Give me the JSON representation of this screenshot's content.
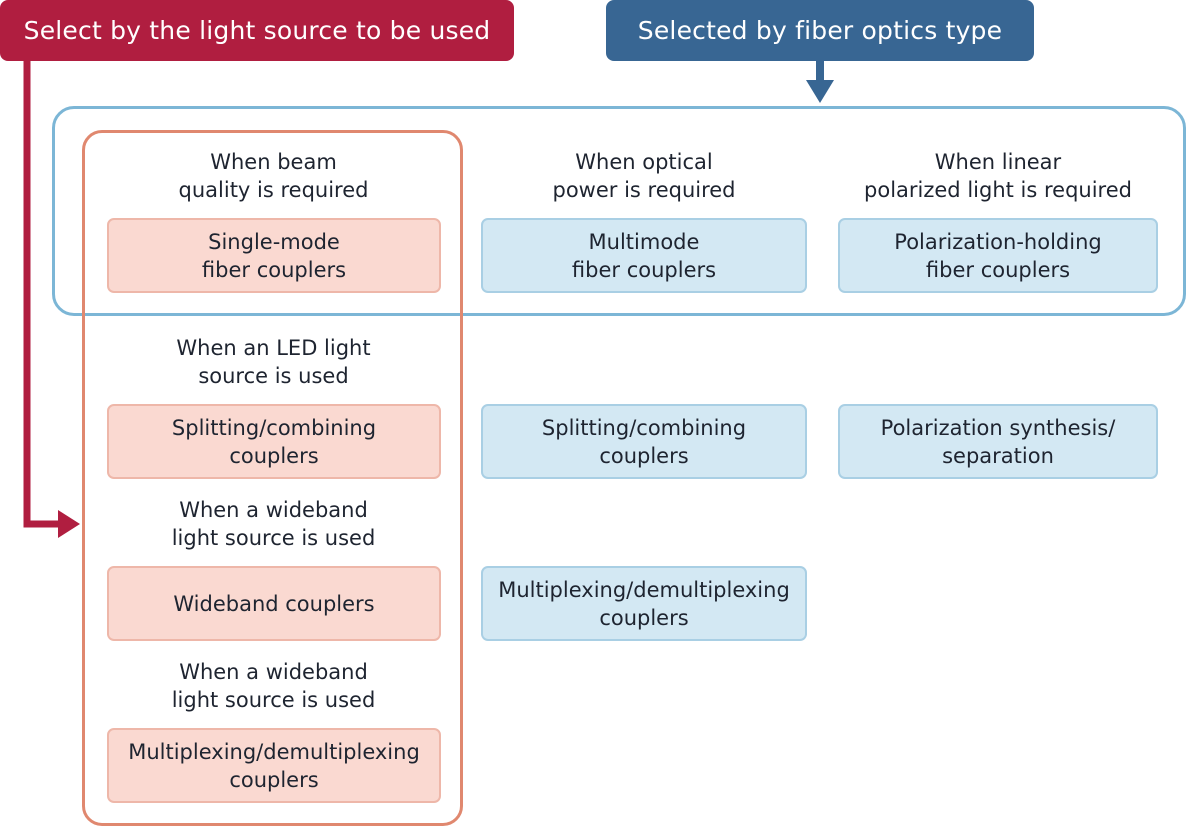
{
  "tabs": {
    "light_source": "Select by the light source to be used",
    "fiber_type": "Selected by fiber optics type"
  },
  "top_row": {
    "col1": {
      "heading": "When beam\nquality is required",
      "box": "Single-mode\nfiber couplers"
    },
    "col2": {
      "heading": "When optical\npower is required",
      "box": "Multimode\nfiber couplers"
    },
    "col3": {
      "heading": "When linear\npolarized light is required",
      "box": "Polarization-holding\nfiber couplers"
    }
  },
  "light_rows": [
    {
      "heading": "When an LED light\nsource is used",
      "box": "Splitting/combining\ncouplers"
    },
    {
      "heading": "When a wideband\nlight source is used",
      "box": "Wideband couplers"
    },
    {
      "heading": "When a wideband\nlight source is used",
      "box": "Multiplexing/demultiplexing\ncouplers"
    }
  ],
  "right_boxes": {
    "splitting": "Splitting/combining\ncouplers",
    "polarization_synthesis": "Polarization synthesis/\nseparation",
    "multiplexing": "Multiplexing/demultiplexing\ncouplers"
  },
  "colors": {
    "light_accent": "#b01e40",
    "fiber_accent": "#386693",
    "blue_frame": "#7cb6d6",
    "orange_frame": "#e0886f",
    "blue_box": "#d3e8f3",
    "pink_box": "#fad9d1"
  }
}
